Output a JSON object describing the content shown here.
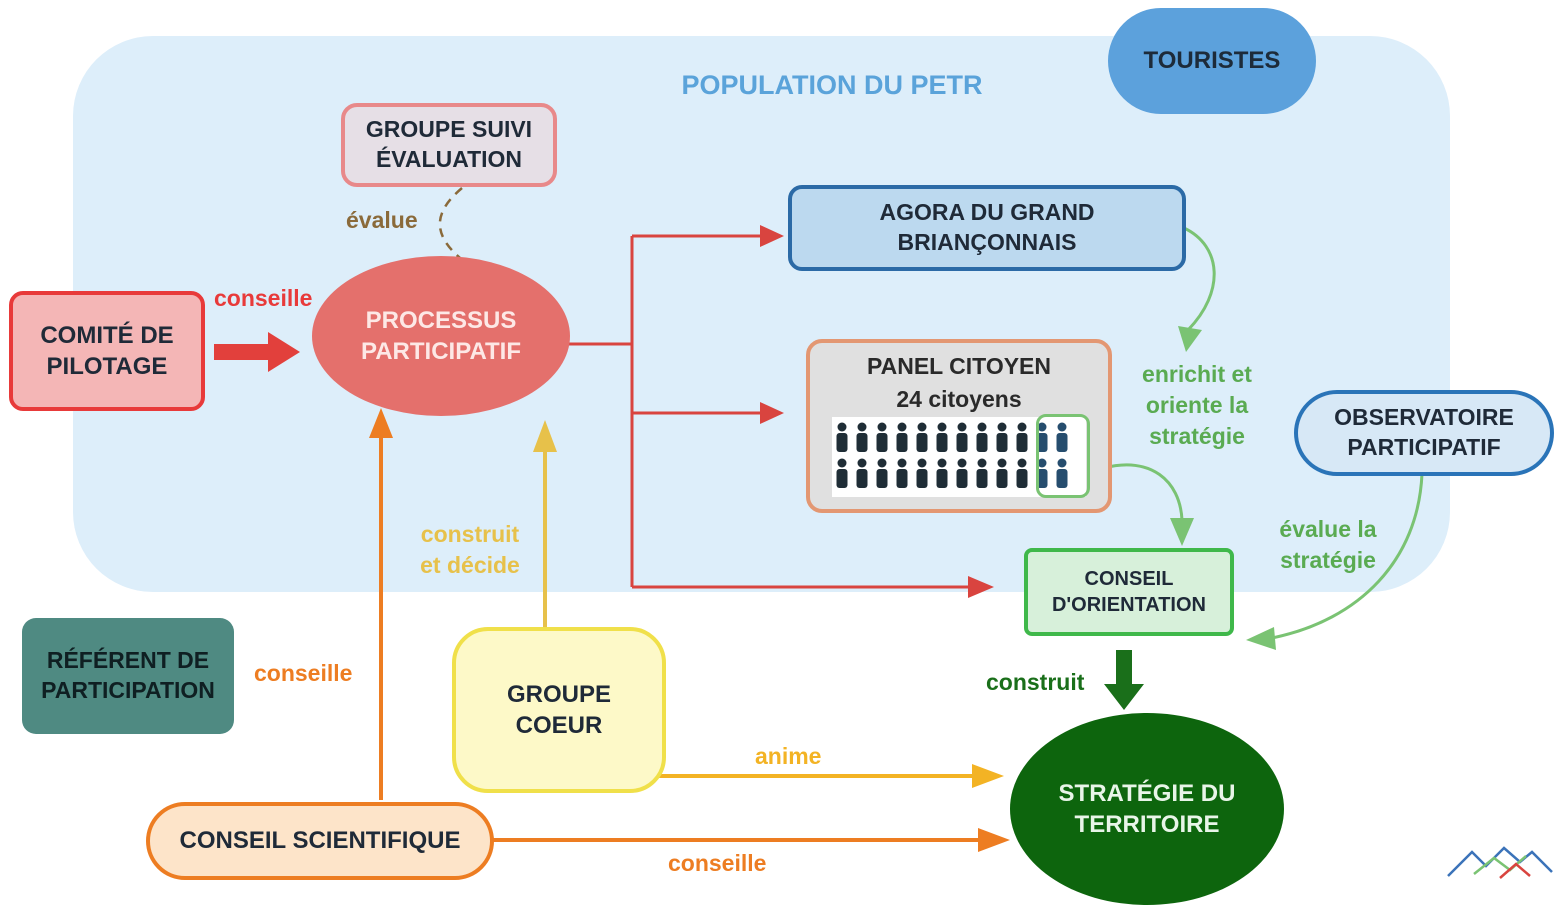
{
  "population": {
    "title": "POPULATION DU PETR"
  },
  "touristes": {
    "label": "TOURISTES"
  },
  "groupe_suivi": {
    "line1": "GROUPE SUIVI",
    "line2": "ÉVALUATION"
  },
  "comite": {
    "line1": "COMITÉ DE",
    "line2": "PILOTAGE"
  },
  "processus": {
    "line1": "PROCESSUS",
    "line2": "PARTICIPATIF"
  },
  "agora": {
    "line1": "AGORA DU GRAND",
    "line2": "BRIANÇONNAIS"
  },
  "panel": {
    "line1": "PANEL CITOYEN",
    "line2": "24 citoyens",
    "count": 24
  },
  "observatoire": {
    "line1": "OBSERVATOIRE",
    "line2": "PARTICIPATIF"
  },
  "conseil_orientation": {
    "line1": "CONSEIL",
    "line2": "D'ORIENTATION"
  },
  "referent": {
    "line1": "RÉFÉRENT DE",
    "line2": "PARTICIPATION"
  },
  "groupe_coeur": {
    "line1": "GROUPE",
    "line2": "COEUR"
  },
  "conseil_scientifique": {
    "label": "CONSEIL SCIENTIFIQUE"
  },
  "strategie": {
    "line1": "STRATÉGIE DU",
    "line2": "TERRITOIRE"
  },
  "labels": {
    "evalue": "évalue",
    "conseille_comite": "conseille",
    "enrichit1": "enrichit et",
    "enrichit2": "oriente la",
    "enrichit3": "stratégie",
    "evalue_strat1": "évalue la",
    "evalue_strat2": "stratégie",
    "construit_decide1": "construit",
    "construit_decide2": "et décide",
    "conseille_referent": "conseille",
    "construit": "construit",
    "anime": "anime",
    "conseille_scientifique": "conseille"
  },
  "colors": {
    "population_bg": "#ddeefa",
    "population_title": "#5aa3da",
    "touristes": "#5ca1dc",
    "comite_border": "#e83a3a",
    "comite_fill": "#f4b6b6",
    "processus": "#e4706c",
    "red_arrow": "#d9443f",
    "agora_border": "#2b6aa6",
    "agora_fill": "#bcd9ef",
    "panel_border": "#e39772",
    "panel_fill": "#e0e0e0",
    "green_light": "#7ac373",
    "green_text": "#5aab52",
    "observatoire_border": "#2a74b8",
    "observatoire_fill": "#d7e8f6",
    "orientation_border": "#3fb84a",
    "orientation_fill": "#d7f0da",
    "dark_green": "#1a6f1a",
    "strategie": "#0d650d",
    "referent": "#4f8a82",
    "coeur_border": "#f0e04a",
    "coeur_fill": "#fdf9c8",
    "yellow_arrow": "#e7c14a",
    "anime_arrow": "#f3b324",
    "orange": "#ed7d22",
    "scientifique_fill": "#fde4c9"
  }
}
